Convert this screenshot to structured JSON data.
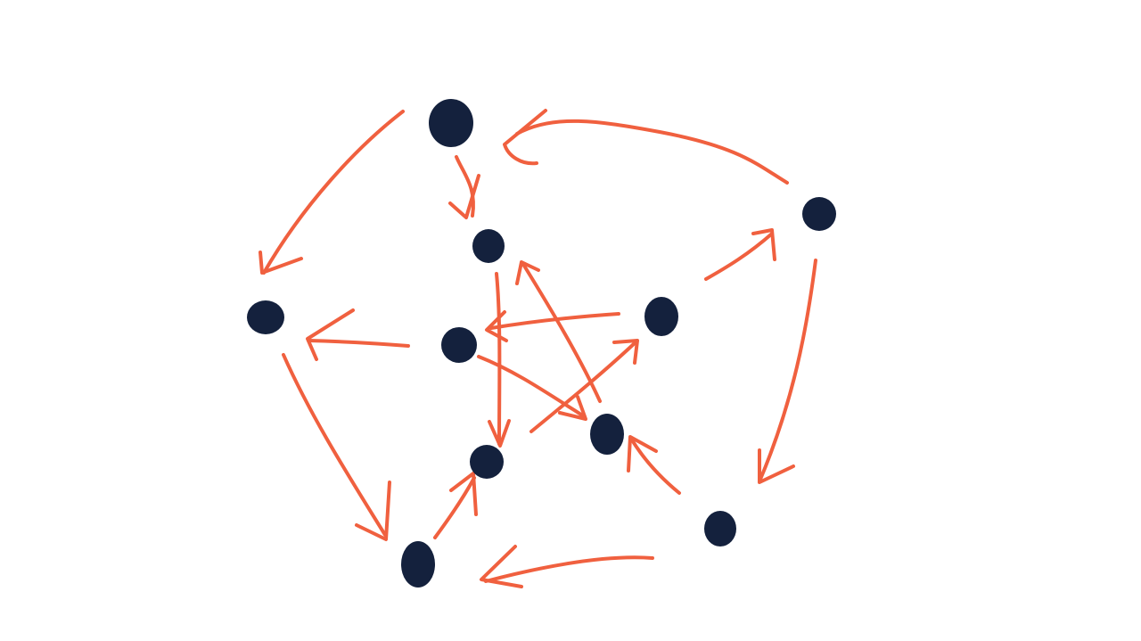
{
  "diagram": {
    "kind": "directed-graph",
    "colors": {
      "background": "#ffffff",
      "node": "#14213d",
      "edge": "#f0603f"
    },
    "nodes": [
      {
        "id": "outer-top"
      },
      {
        "id": "outer-right"
      },
      {
        "id": "outer-bottom-right"
      },
      {
        "id": "outer-bottom-left"
      },
      {
        "id": "outer-left"
      },
      {
        "id": "inner-top"
      },
      {
        "id": "inner-right"
      },
      {
        "id": "inner-bottom-right"
      },
      {
        "id": "inner-bottom-left"
      },
      {
        "id": "inner-left"
      }
    ],
    "edges": [
      {
        "from": "outer-top",
        "to": "outer-left"
      },
      {
        "from": "outer-right",
        "to": "outer-top"
      },
      {
        "from": "outer-right",
        "to": "outer-bottom-right"
      },
      {
        "from": "outer-bottom-right",
        "to": "outer-bottom-left"
      },
      {
        "from": "outer-left",
        "to": "outer-bottom-left"
      },
      {
        "from": "outer-top",
        "to": "inner-top"
      },
      {
        "from": "inner-right",
        "to": "outer-right"
      },
      {
        "from": "outer-bottom-right",
        "to": "inner-bottom-right"
      },
      {
        "from": "outer-bottom-left",
        "to": "inner-bottom-left"
      },
      {
        "from": "inner-left",
        "to": "outer-left"
      },
      {
        "from": "inner-top",
        "to": "inner-bottom-left"
      },
      {
        "from": "inner-bottom-left",
        "to": "inner-right"
      },
      {
        "from": "inner-right",
        "to": "inner-left"
      },
      {
        "from": "inner-left",
        "to": "inner-bottom-right"
      },
      {
        "from": "inner-bottom-right",
        "to": "inner-top"
      }
    ]
  }
}
